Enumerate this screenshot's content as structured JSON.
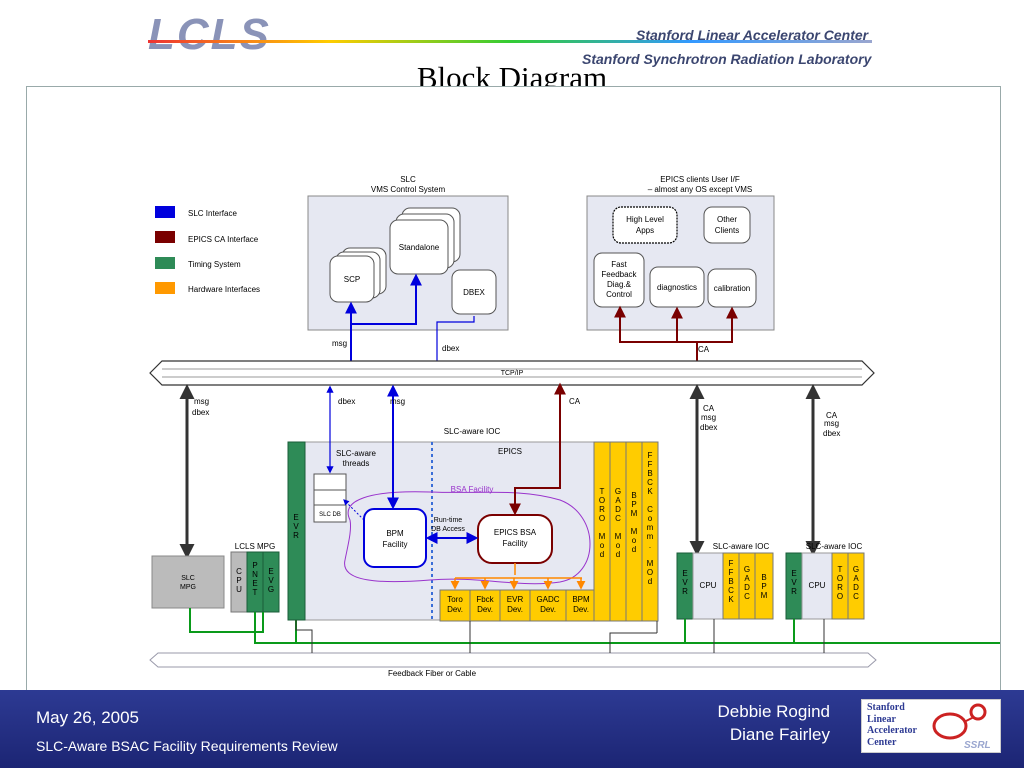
{
  "header": {
    "logo": "LCLS",
    "org1": "Stanford Linear Accelerator Center",
    "org2": "Stanford Synchrotron Radiation Laboratory",
    "title": "Block Diagram"
  },
  "legend": [
    {
      "label": "SLC Interface",
      "color": "#0000dd"
    },
    {
      "label": "EPICS CA Interface",
      "color": "#7a0000"
    },
    {
      "label": "Timing System",
      "color": "#2e8b57"
    },
    {
      "label": "Hardware Interfaces",
      "color": "#ff9900"
    }
  ],
  "slc_system": {
    "title1": "SLC",
    "title2": "VMS Control System",
    "scp": "SCP",
    "standalone": "Standalone",
    "dbex": "DBEX"
  },
  "epics_clients": {
    "title1": "EPICS clients User I/F",
    "title2": "– almost any OS except VMS",
    "high_level_1": "High Level",
    "high_level_2": "Apps",
    "other_1": "Other",
    "other_2": "Clients",
    "fast_1": "Fast",
    "fast_2": "Feedback",
    "fast_3": "Diag.&",
    "fast_4": "Control",
    "diagnostics": "diagnostics",
    "calibration": "calibration"
  },
  "labels": {
    "msg": "msg",
    "dbex": "dbex",
    "ca": "CA",
    "tcpip": "TCP/IP",
    "slc_aware_ioc": "SLC-aware IOC",
    "epics": "EPICS",
    "slc_aware_threads_1": "SLC-aware",
    "slc_aware_threads_2": "threads",
    "slc_db": "SLC DB",
    "bsa_facility": "BSA Facility",
    "bpm_facility_1": "BPM",
    "bpm_facility_2": "Facility",
    "runtime_1": "Run-time",
    "runtime_2": "DB Access",
    "epics_bsa_1": "EPICS BSA",
    "epics_bsa_2": "Facility",
    "lcls_mpg": "LCLS MPG",
    "slc_mpg_1": "SLC",
    "slc_mpg_2": "MPG",
    "cpu": "CPU",
    "feedback": "Feedback Fiber or Cable"
  },
  "devices": [
    "Toro Dev.",
    "Fbck Dev.",
    "EVR Dev.",
    "GADC Dev.",
    "BPM Dev."
  ],
  "vertical_labels": {
    "evr": "EVR",
    "cpu_v": "CPU",
    "pnet": "PNET",
    "evg": "EVG",
    "toro_mod": "TORO Mod",
    "gadc_mod": "GADC Mod",
    "bpm_mod": "BPM Mod",
    "ffbck": "FFBCK Comm. MOd",
    "ffbck2": "FFBCK",
    "gadc": "GADC",
    "bpm": "BPM",
    "toro": "TORO"
  },
  "footer": {
    "date": "May 26, 2005",
    "review": "SLC-Aware BSAC Facility Requirements Review",
    "author1": "Debbie Rogind",
    "author2": "Diane Fairley",
    "ssrl_logo_lines": [
      "Stanford",
      "Linear",
      "Accelerator",
      "Center"
    ],
    "ssrl_mark": "SSRL"
  }
}
